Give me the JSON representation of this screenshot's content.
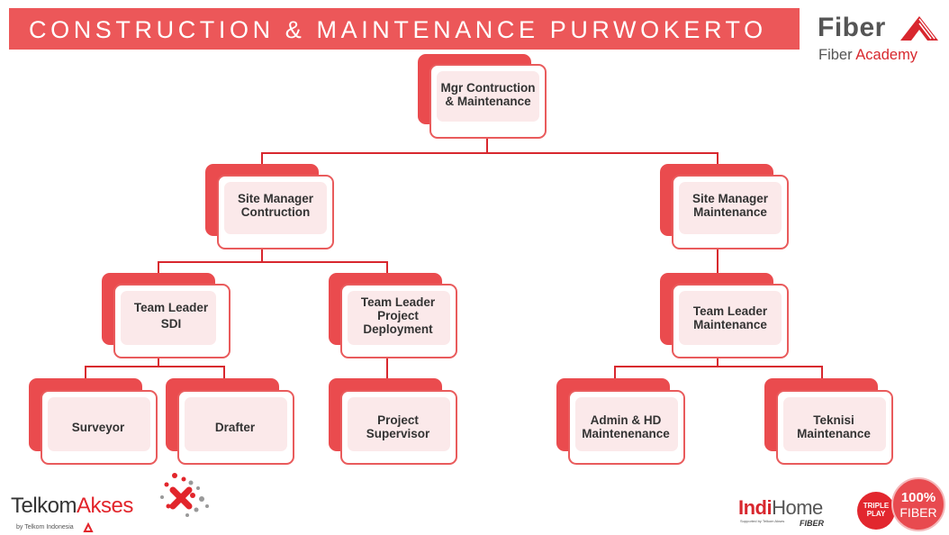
{
  "banner": {
    "title": "CONSTRUCTION & MAINTENANCE PURWOKERTO"
  },
  "logos": {
    "fiber": {
      "word": "Fiber",
      "sub_plain": "Fiber ",
      "sub_accent": "Academy"
    },
    "telkom": {
      "word_plain": "Telkom",
      "word_accent": "Akses",
      "sub": "by Telkom Indonesia"
    },
    "indihome": {
      "word_indi": "Indi",
      "word_home": "Home",
      "fiber": "FIBER",
      "small": "Supported by Telkom Akses"
    },
    "triple_play": "TRIPLE\nPLAY",
    "hundred": {
      "top": "100%",
      "bottom": "FIBER"
    }
  },
  "org_chart": {
    "nodes": [
      {
        "id": "mgr",
        "label": "Mgr Contruction\n& Maintenance"
      },
      {
        "id": "sm_con",
        "label": "Site Manager\nContruction"
      },
      {
        "id": "sm_main",
        "label": "Site Manager\nMaintenance"
      },
      {
        "id": "tl_sdi",
        "label": "Team Leader\nSDI"
      },
      {
        "id": "tl_pd",
        "label": "Team Leader\nProject\nDeployment"
      },
      {
        "id": "tl_main",
        "label": "Team Leader\nMaintenance"
      },
      {
        "id": "surveyor",
        "label": "Surveyor"
      },
      {
        "id": "drafter",
        "label": "Drafter"
      },
      {
        "id": "proj_sup",
        "label": "Project\nSupervisor"
      },
      {
        "id": "admin_hd",
        "label": "Admin & HD\nMaintenenance"
      },
      {
        "id": "teknisi",
        "label": "Teknisi\nMaintenance"
      }
    ]
  },
  "colors": {
    "brand_red": "#ec5759",
    "border_red": "#e95b5c",
    "box_fill": "#fbe9ea",
    "text": "#333333"
  }
}
